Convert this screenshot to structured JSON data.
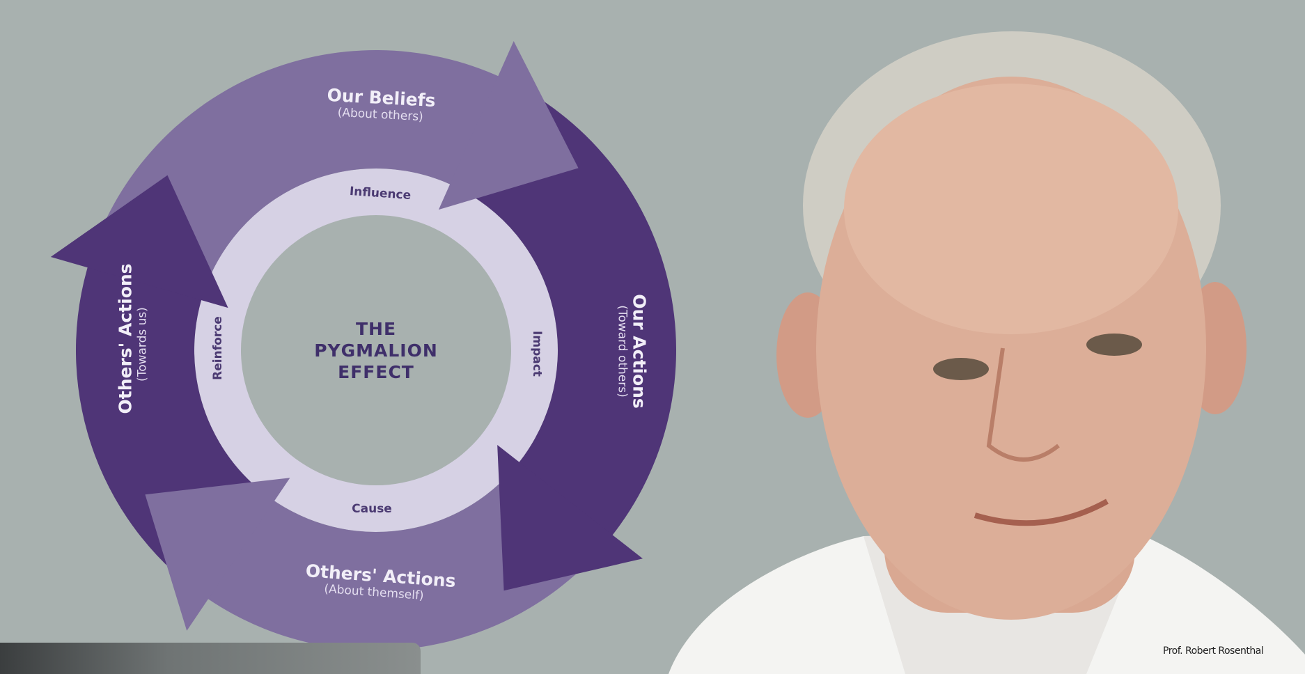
{
  "diagram": {
    "title_lines": [
      "THE",
      "PYGMALION",
      "EFFECT"
    ],
    "segments": [
      {
        "title": "Our Beliefs",
        "subtitle": "(About others)",
        "link": "Influence"
      },
      {
        "title": "Our Actions",
        "subtitle": "(Toward others)",
        "link": "Impact"
      },
      {
        "title": "Others' Actions",
        "subtitle": "(About themself)",
        "link": "Cause"
      },
      {
        "title": "Others' Actions",
        "subtitle": "(Towards us)",
        "link": "Reinforce"
      }
    ],
    "colors": {
      "light_arrow": "#7f6f9f",
      "dark_arrow": "#4f3577",
      "ring": "#d6d1e4",
      "center": "#a8b1af"
    }
  },
  "photo": {
    "caption": "Prof. Robert Rosenthal"
  }
}
